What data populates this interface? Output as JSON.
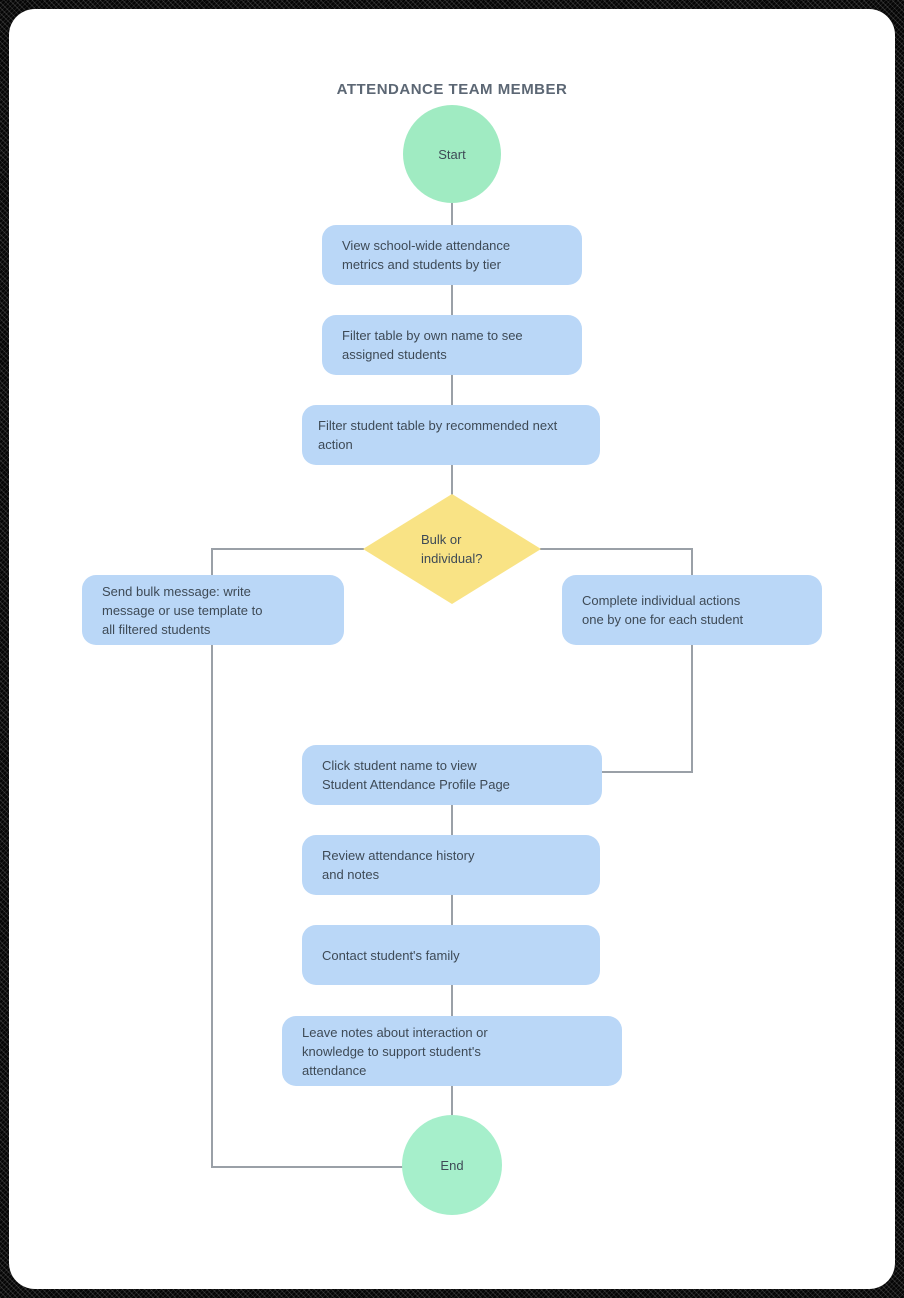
{
  "title": "ATTENDANCE TEAM MEMBER",
  "nodes": {
    "start": {
      "label": "Start"
    },
    "view_metrics": {
      "label": "View school-wide attendance\nmetrics and students by tier"
    },
    "filter_own_name": {
      "label": "Filter table by own name to see\nassigned students"
    },
    "filter_next_action": {
      "label": "Filter student table by recommended next action"
    },
    "decision": {
      "label": "Bulk or\nindividual?"
    },
    "bulk_message": {
      "label": "Send bulk message: write\nmessage or use template to\nall filtered students"
    },
    "individual_actions": {
      "label": "Complete individual actions\none by one for each student"
    },
    "click_student": {
      "label": "Click student name to view\nStudent Attendance Profile Page"
    },
    "review_history": {
      "label": "Review attendance history\nand notes"
    },
    "contact_family": {
      "label": "Contact student's family"
    },
    "leave_notes": {
      "label": "Leave notes about interaction or\nknowledge to support student's\nattendance"
    },
    "end": {
      "label": "End"
    }
  },
  "colors": {
    "process_fill": "#BAD7F7",
    "start_fill": "#A0EBC2",
    "end_fill": "#A6EFCB",
    "decision_fill": "#F9E385",
    "connector": "#9AA0A7",
    "node_text": "#3E4A56",
    "title_text": "#5C6774"
  }
}
